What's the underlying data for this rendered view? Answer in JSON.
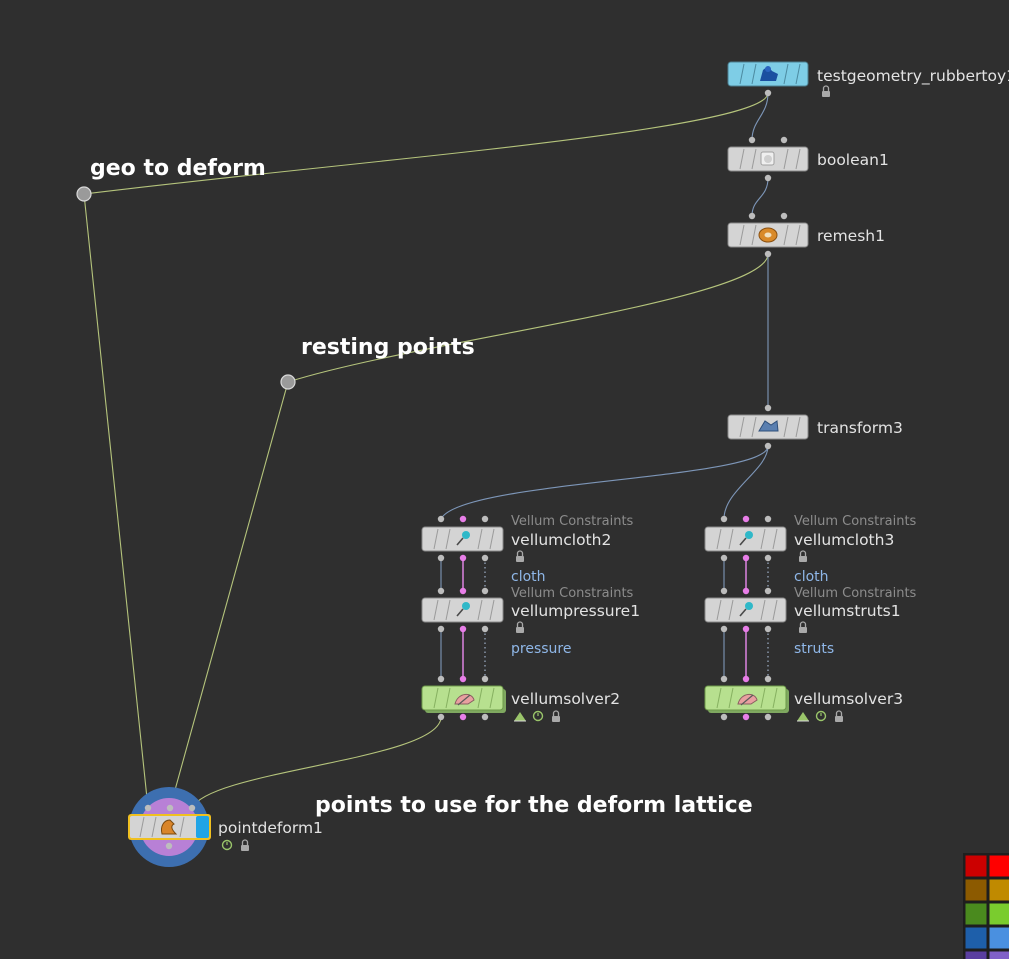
{
  "network": {
    "sticky_notes": {
      "geo_to_deform": "geo to deform",
      "resting_points": "resting points",
      "lattice_points": "points to use for the deform lattice"
    },
    "nodes": {
      "testgeometry": {
        "name": "testgeometry_rubbertoy1",
        "color": "#7ecde6",
        "icon": "rubbertoy-icon"
      },
      "boolean": {
        "name": "boolean1",
        "color": "#d0d0d0",
        "icon": "boolean-icon"
      },
      "remesh": {
        "name": "remesh1",
        "color": "#d0d0d0",
        "icon": "remesh-icon"
      },
      "transform": {
        "name": "transform3",
        "color": "#d0d0d0",
        "icon": "transform-icon"
      },
      "vellumcloth2": {
        "type": "Vellum Constraints",
        "name": "vellumcloth2",
        "tag": "cloth",
        "icon": "vellum-pin-icon"
      },
      "vellumpressure1": {
        "type": "Vellum Constraints",
        "name": "vellumpressure1",
        "tag": "pressure",
        "icon": "vellum-pin-icon"
      },
      "vellumsolver2": {
        "name": "vellumsolver2",
        "color": "#b7e08f",
        "icon": "vellum-solver-icon"
      },
      "vellumcloth3": {
        "type": "Vellum Constraints",
        "name": "vellumcloth3",
        "tag": "cloth",
        "icon": "vellum-pin-icon"
      },
      "vellumstruts1": {
        "type": "Vellum Constraints",
        "name": "vellumstruts1",
        "tag": "struts",
        "icon": "vellum-pin-icon"
      },
      "vellumsolver3": {
        "name": "vellumsolver3",
        "color": "#b7e08f",
        "icon": "vellum-solver-icon"
      },
      "pointdeform": {
        "name": "pointdeform1",
        "color": "#d0d0d0",
        "display_flag_color": "#20a4e6",
        "icon": "pointdeform-icon"
      }
    },
    "wire_colors": {
      "geometry": "#b5c47c",
      "flow": "#7d96b8",
      "constraints": "#d27fd6"
    }
  },
  "color_palette": {
    "rows": [
      [
        "#cc0000",
        "#ff0000"
      ],
      [
        "#8c5a00",
        "#c08a00"
      ],
      [
        "#4a8a1e",
        "#7acc2e"
      ],
      [
        "#1e5faa",
        "#4a90e0"
      ],
      [
        "#5a3ea0",
        "#8060c8"
      ]
    ]
  }
}
